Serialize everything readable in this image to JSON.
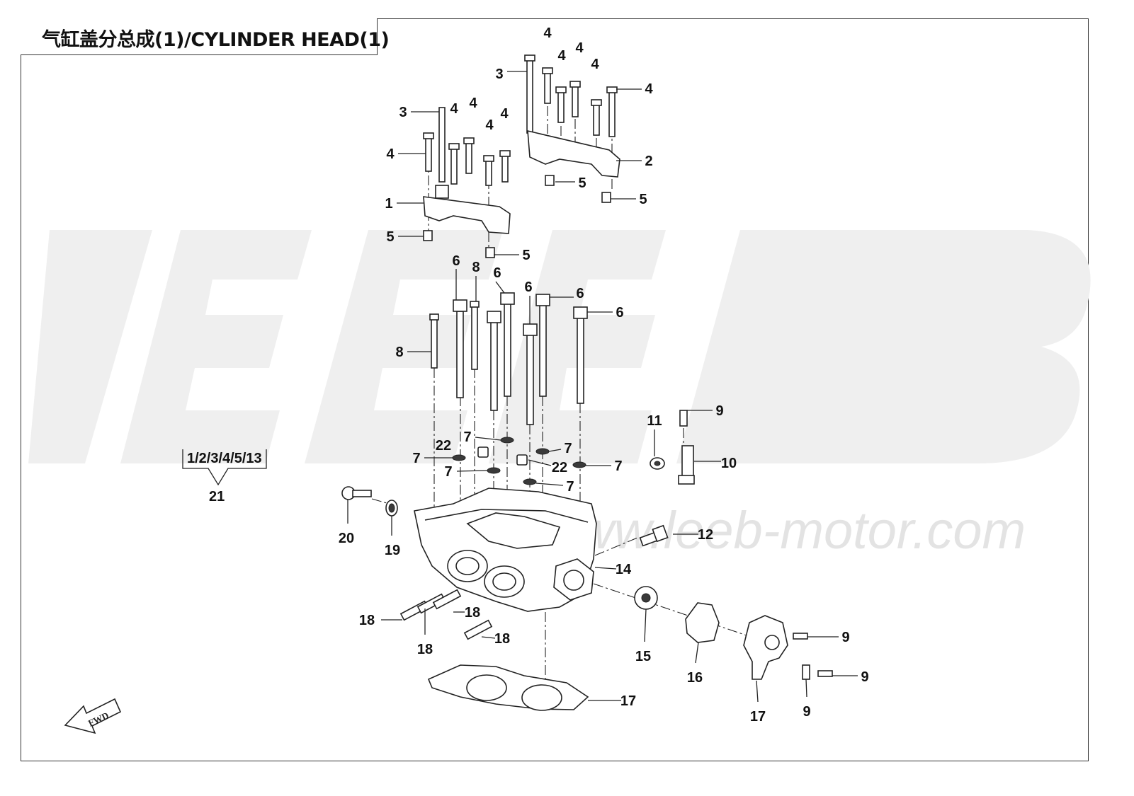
{
  "title": "气缸盖分总成(1)/CYLINDER HEAD(1)",
  "watermark": {
    "logo_text": "LEEB",
    "url_text": "www.leeb-motor.com"
  },
  "kit": {
    "label": "1/2/3/4/5/13",
    "number": "21"
  },
  "fwd_label": "FWD",
  "callouts": [
    {
      "text": "4"
    },
    {
      "text": "4"
    },
    {
      "text": "4"
    },
    {
      "text": "4"
    },
    {
      "text": "3"
    },
    {
      "text": "4"
    },
    {
      "text": "2"
    },
    {
      "text": "5"
    },
    {
      "text": "5"
    },
    {
      "text": "3"
    },
    {
      "text": "4"
    },
    {
      "text": "4"
    },
    {
      "text": "4"
    },
    {
      "text": "4"
    },
    {
      "text": "4"
    },
    {
      "text": "1"
    },
    {
      "text": "5"
    },
    {
      "text": "5"
    },
    {
      "text": "6"
    },
    {
      "text": "8"
    },
    {
      "text": "6"
    },
    {
      "text": "6"
    },
    {
      "text": "6"
    },
    {
      "text": "6"
    },
    {
      "text": "8"
    },
    {
      "text": "9"
    },
    {
      "text": "11"
    },
    {
      "text": "10"
    },
    {
      "text": "7"
    },
    {
      "text": "22"
    },
    {
      "text": "7"
    },
    {
      "text": "7"
    },
    {
      "text": "7"
    },
    {
      "text": "22"
    },
    {
      "text": "7"
    },
    {
      "text": "7"
    },
    {
      "text": "20"
    },
    {
      "text": "19"
    },
    {
      "text": "12"
    },
    {
      "text": "14"
    },
    {
      "text": "18"
    },
    {
      "text": "18"
    },
    {
      "text": "18"
    },
    {
      "text": "18"
    },
    {
      "text": "15"
    },
    {
      "text": "16"
    },
    {
      "text": "9"
    },
    {
      "text": "9"
    },
    {
      "text": "9"
    },
    {
      "text": "17"
    },
    {
      "text": "17"
    }
  ]
}
